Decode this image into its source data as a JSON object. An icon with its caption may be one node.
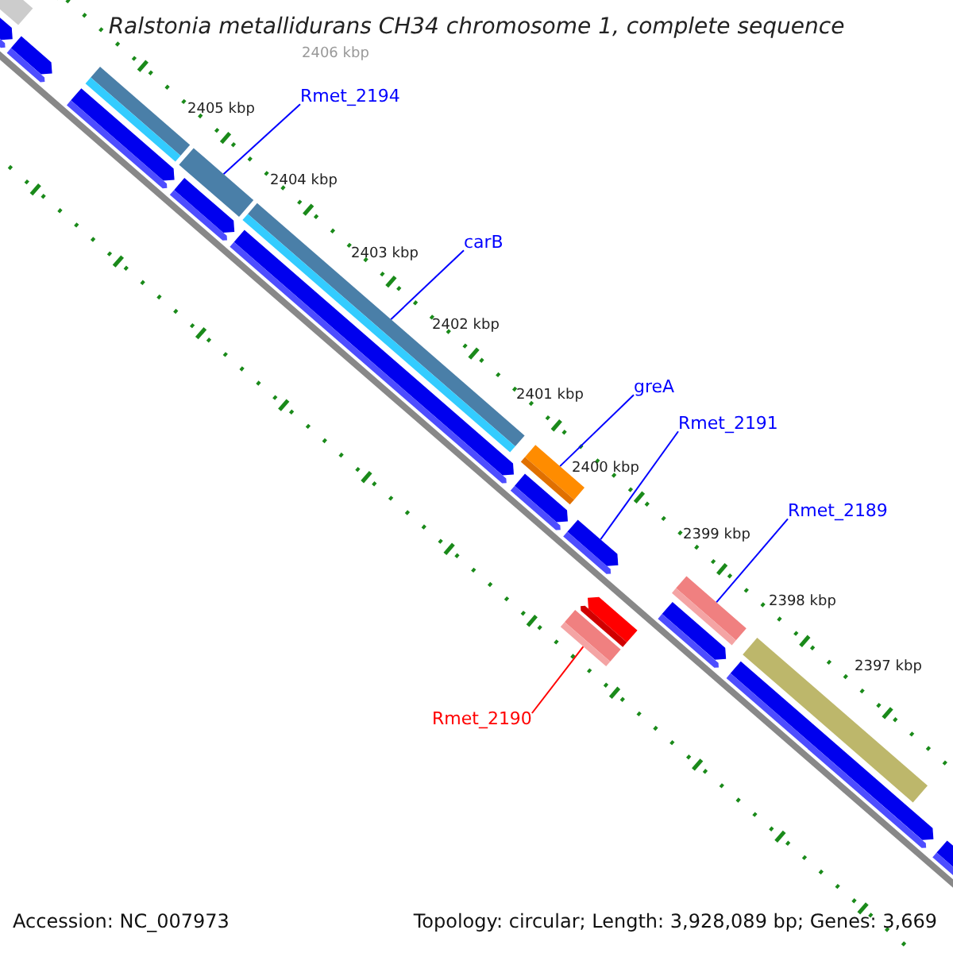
{
  "diagram": {
    "title": "Ralstonia metallidurans CH34 chromosome 1, complete sequence",
    "nodes": [
      {
        "text": [],
        "shape": "bar"
      },
      {
        "text": [],
        "shape": "bar"
      },
      {
        "text": [],
        "shape": "bar"
      },
      {
        "text": [],
        "shape": "bar"
      },
      {
        "text": [],
        "shape": "bar"
      },
      {
        "text": [
          "Rmet_2194"
        ]
      },
      {
        "text": [],
        "shape": "bar"
      },
      {
        "text": [],
        "shape": "bar"
      },
      {
        "text": [
          "carB"
        ]
      },
      {
        "text": [],
        "shape": "bar"
      },
      {
        "text": [],
        "shape": "bar"
      },
      {
        "text": [
          "greA"
        ]
      },
      {
        "text": [],
        "shape": "bar"
      },
      {
        "text": [],
        "shape": "bar"
      },
      {
        "text": [
          "Rmet_2191"
        ]
      },
      {
        "text": [],
        "shape": "bar"
      },
      {
        "text": [
          "Rmet_2190"
        ]
      },
      {
        "text": [],
        "shape": "bar"
      },
      {
        "text": [],
        "shape": "bar"
      },
      {
        "text": [
          "Rmet_2189"
        ]
      },
      {
        "text": [],
        "shape": "bar"
      },
      {
        "text": [],
        "shape": "bar"
      },
      {
        "text": [],
        "shape": "bar"
      },
      {
        "text": [],
        "shape": "bar"
      },
      {
        "text": [],
        "shape": "bar"
      }
    ],
    "edges": [
      {
        "from": 5,
        "to": 6,
        "arrow": "none"
      },
      {
        "from": 8,
        "to": 9,
        "arrow": "none"
      },
      {
        "from": 11,
        "to": 12,
        "arrow": "none"
      },
      {
        "from": 14,
        "to": 15,
        "arrow": "none"
      },
      {
        "from": 19,
        "to": 20,
        "arrow": "none"
      },
      {
        "from": 16,
        "to": 17,
        "arrow": "none",
        "color": "#ff0000"
      }
    ],
    "labels": [
      "2406 kbp",
      "2405 kbp",
      "2404 kbp",
      "2403 kbp",
      "2402 kbp",
      "2401 kbp",
      "2400 kbp",
      "2399 kbp",
      "2398 kbp",
      "2397 kbp",
      "Accession: NC_007973",
      "Topology: circular; Length: 3,928,089 bp; Genes: 3,669"
    ]
  }
}
